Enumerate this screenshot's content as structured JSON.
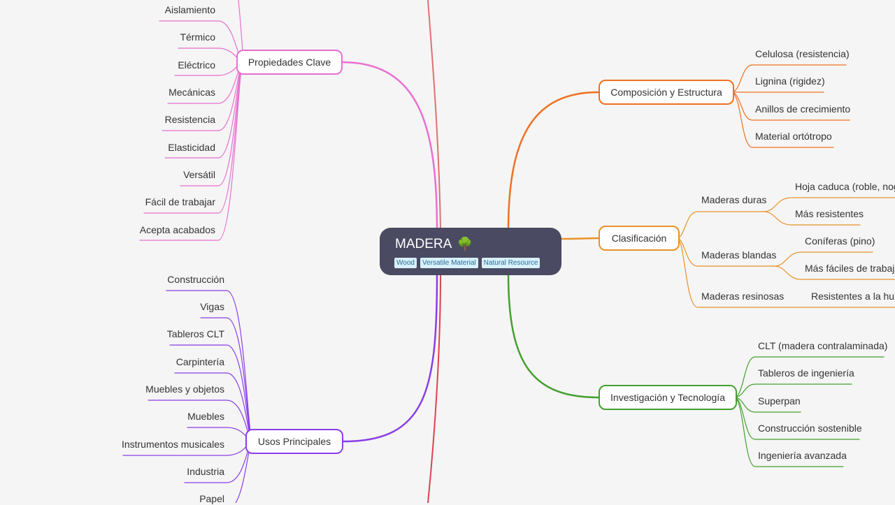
{
  "central": {
    "title": "MADERA",
    "icon": "🌳",
    "tags": [
      "Wood",
      "Versatile Material",
      "Natural Resource"
    ],
    "color": "#4a4a62"
  },
  "branches": [
    {
      "id": "propiedades",
      "label": "Propiedades Clave",
      "color": "#e86fd0",
      "side": "left",
      "items": [
        "Aislamiento",
        "Térmico",
        "Eléctrico",
        "Mecánicas",
        "Resistencia",
        "Elasticidad",
        "Versátil",
        "Fácil de trabajar",
        "Acepta acabados"
      ]
    },
    {
      "id": "usos",
      "label": "Usos Principales",
      "color": "#8a3ee6",
      "side": "left",
      "items": [
        "Construcción",
        "Vigas",
        "Tableros CLT",
        "Carpintería",
        "Muebles y objetos",
        "Muebles",
        "Instrumentos musicales",
        "Industria",
        "Papel"
      ]
    },
    {
      "id": "composicion",
      "label": "Composición y Estructura",
      "color": "#f07020",
      "side": "right",
      "items": [
        "Celulosa (resistencia)",
        "Lignina (rigidez)",
        "Anillos de crecimiento",
        "Material ortótropo"
      ]
    },
    {
      "id": "clasificacion",
      "label": "Clasificación",
      "color": "#e8922a",
      "side": "right",
      "groups": [
        {
          "label": "Maderas duras",
          "items": [
            "Hoja caduca (roble, nogal)",
            "Más resistentes"
          ]
        },
        {
          "label": "Maderas blandas",
          "items": [
            "Coníferas (pino)",
            "Más fáciles de trabajar"
          ]
        },
        {
          "label": "Maderas resinosas",
          "items": [
            "Resistentes a la humedad"
          ]
        }
      ]
    },
    {
      "id": "investigacion",
      "label": "Investigación y Tecnología",
      "color": "#44a030",
      "side": "right",
      "items": [
        "CLT (madera contralaminada)",
        "Tableros de ingeniería",
        "Superpan",
        "Construcción sostenible",
        "Ingeniería avanzada"
      ]
    }
  ],
  "colors": {
    "background": "#f5f5f5",
    "topTrunk": "#e07070",
    "bottomTrunk": "#e04050"
  }
}
